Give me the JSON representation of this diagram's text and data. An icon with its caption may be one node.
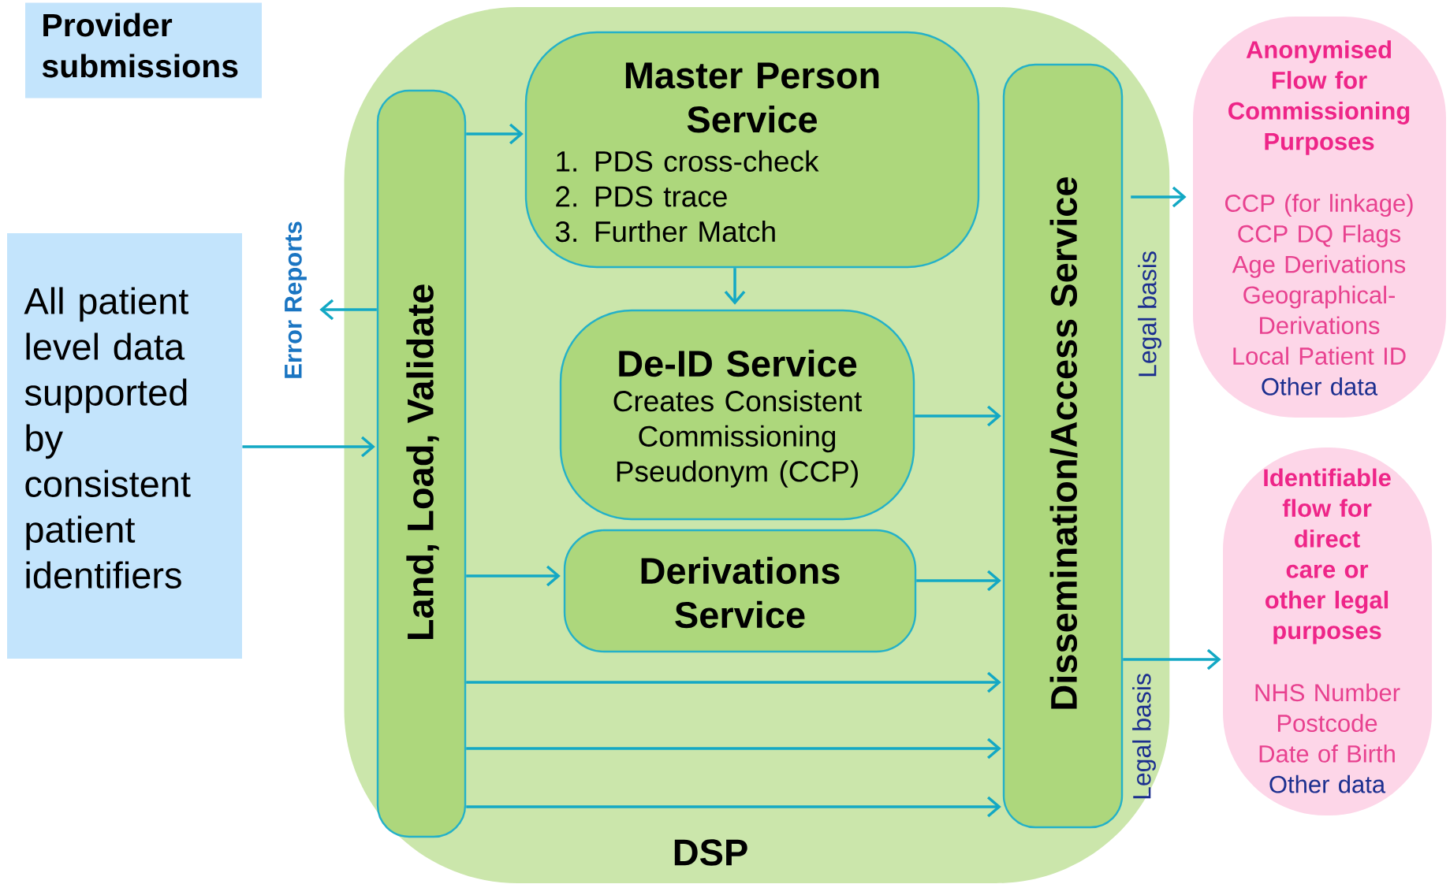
{
  "diagram": {
    "nodes": [
      {
        "text": [
          "Provider submissions"
        ]
      },
      {
        "text": [
          "All patient level data supported by consistent patient identifiers"
        ]
      },
      {
        "text": [
          "DSP"
        ]
      },
      {
        "text": [
          "Land, Load, Validate"
        ],
        "in": 2
      },
      {
        "text": [
          "Master Person Service",
          "1. PDS cross-check",
          "2. PDS trace",
          "3. Further Match"
        ],
        "in": 2
      },
      {
        "text": [
          "De-ID Service",
          "Creates Consistent Commissioning Pseudonym (CCP)"
        ],
        "in": 2
      },
      {
        "text": [
          "Derivations Service"
        ],
        "in": 2
      },
      {
        "text": [
          "Dissemination/Access Service"
        ],
        "in": 2
      },
      {
        "text": [
          "Anonymised Flow for Commissioning Purposes",
          "CCP (for linkage)",
          "CCP DQ Flags",
          "Age Derivations",
          "Geographical- Derivations",
          "Local Patient ID",
          "Other data"
        ]
      },
      {
        "text": [
          "Identifiable flow for direct care or other legal purposes",
          "NHS Number",
          "Postcode",
          "Date of Birth",
          "Other data"
        ]
      },
      {
        "text": [
          "Error Reports"
        ]
      }
    ],
    "edges": [
      {
        "from": 1,
        "to": 3,
        "arrow": "to"
      },
      {
        "from": 3,
        "to": 10,
        "arrow": "to"
      },
      {
        "from": 3,
        "to": 4,
        "arrow": "to"
      },
      {
        "from": 4,
        "to": 5,
        "arrow": "to"
      },
      {
        "from": 3,
        "to": 6,
        "arrow": "to"
      },
      {
        "from": 5,
        "to": 7,
        "arrow": "to"
      },
      {
        "from": 6,
        "to": 7,
        "arrow": "to"
      },
      {
        "from": 3,
        "to": 7,
        "arrow": "to"
      },
      {
        "from": 3,
        "to": 7,
        "arrow": "to"
      },
      {
        "from": 3,
        "to": 7,
        "arrow": "to"
      },
      {
        "from": 7,
        "to": 8,
        "arrow": "to"
      },
      {
        "from": 7,
        "to": 9,
        "arrow": "to"
      }
    ],
    "labels": [
      "Legal basis",
      "Legal basis"
    ]
  }
}
